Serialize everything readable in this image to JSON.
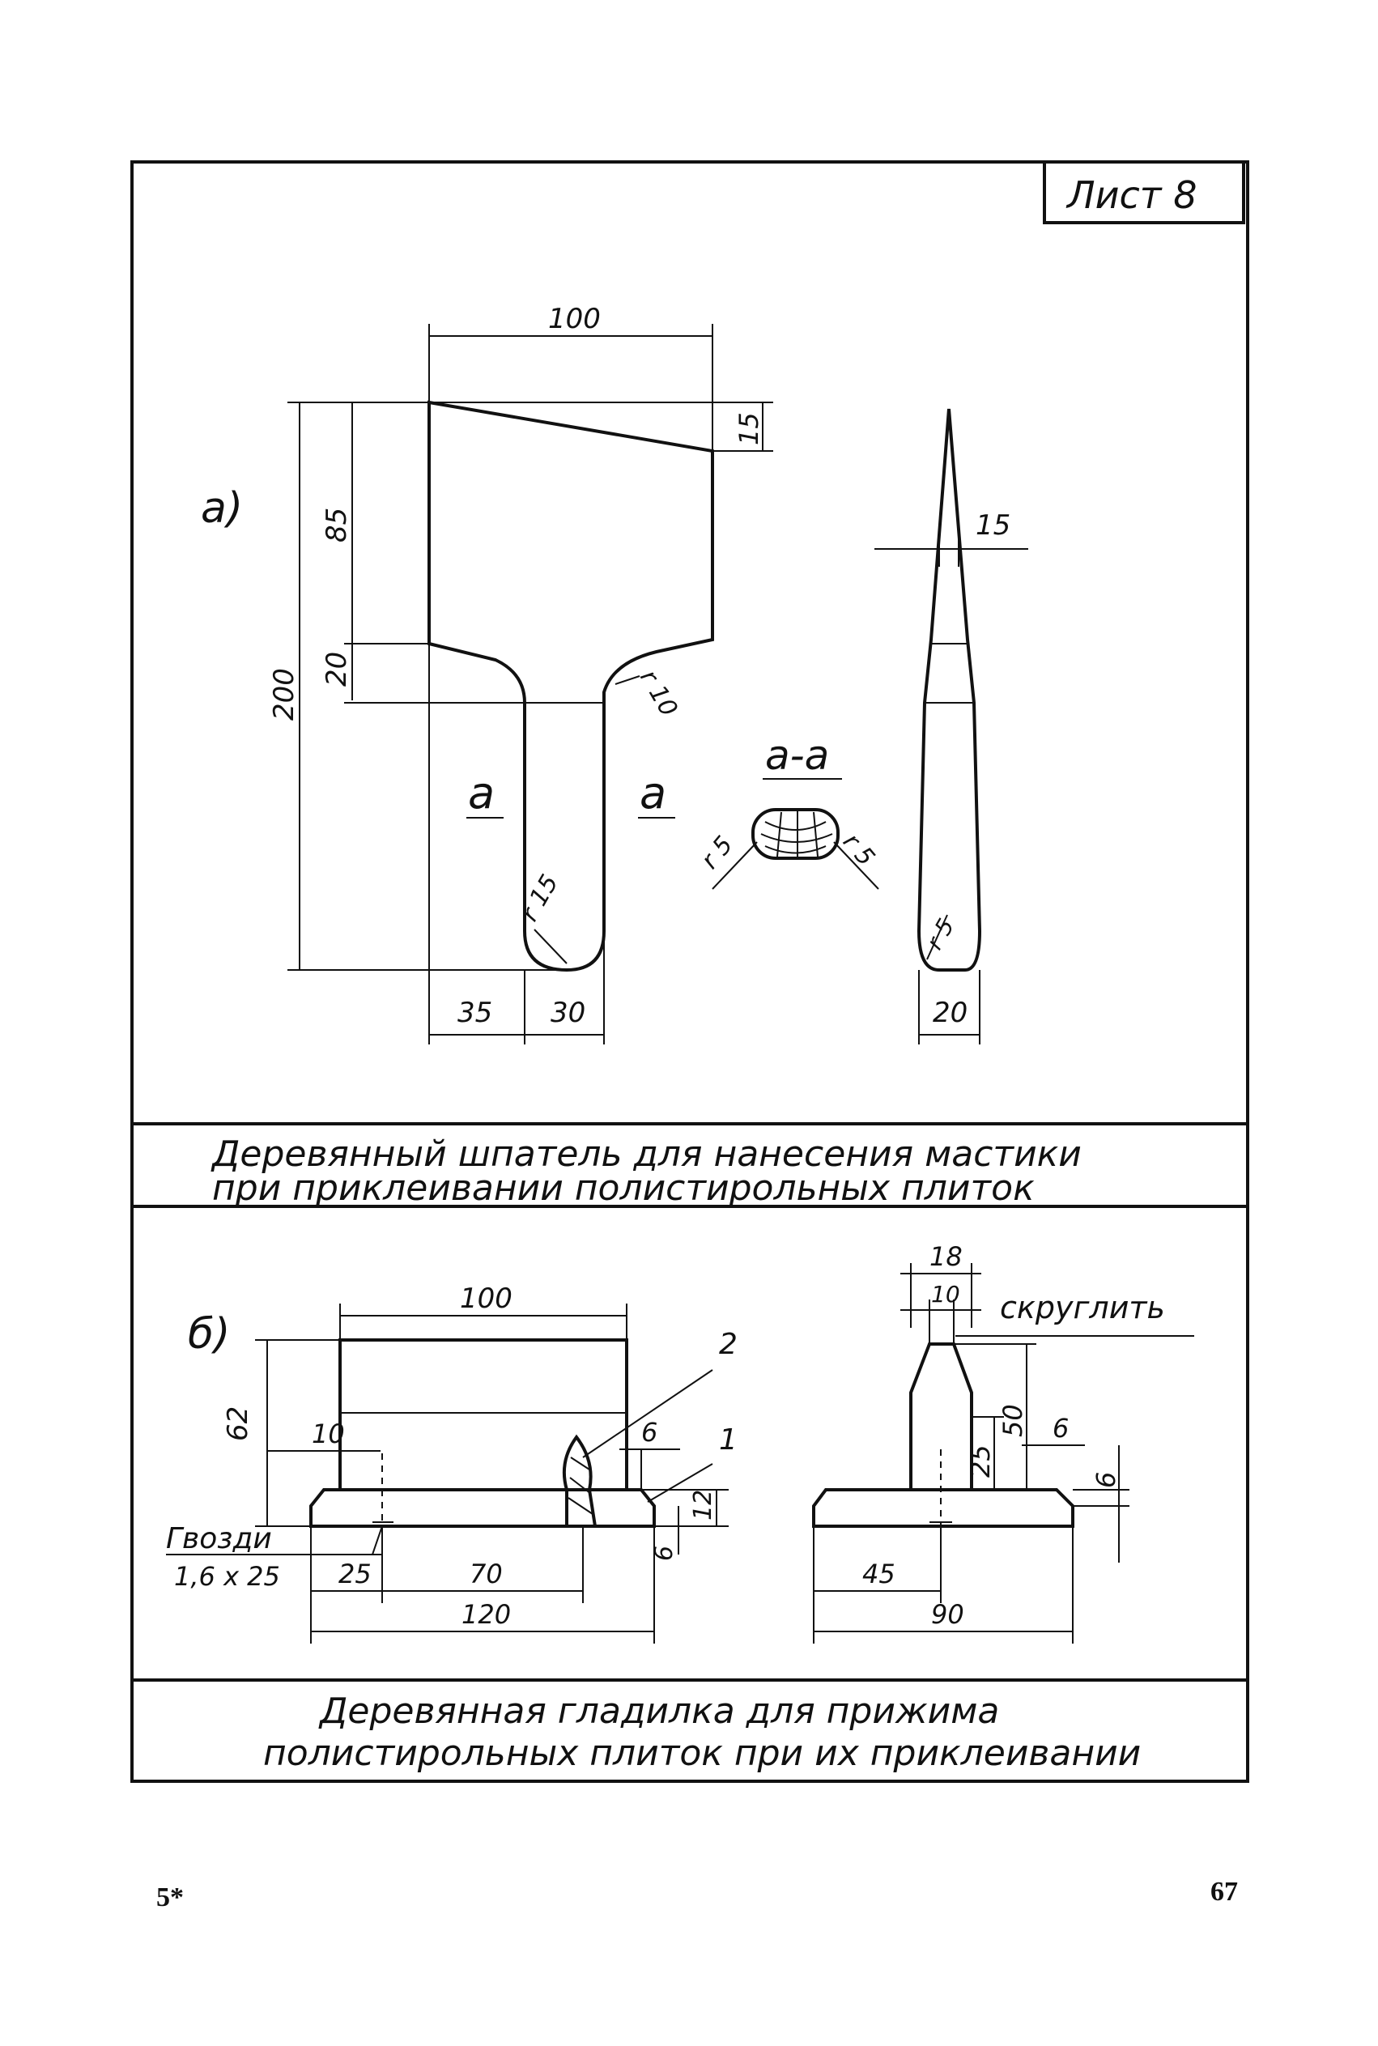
{
  "sheet": {
    "label": "Лист 8"
  },
  "figure_a": {
    "marker": "a)",
    "section_mark": "a",
    "section_title": "a-a",
    "dims": {
      "width_100": "100",
      "total_200": "200",
      "blade_85": "85",
      "neck_20": "20",
      "bevel_15": "15",
      "radius_10": "r 10",
      "radius_15": "r 15",
      "bottom_35": "35",
      "bottom_30": "30",
      "section_r5_left": "r 5",
      "section_r5_right": "r 5",
      "side_thickness_15": "15",
      "side_r5": "r 5",
      "side_width_20": "20"
    },
    "caption_line1": "Деревянный шпатель для нанесения мастики",
    "caption_line2": "при приклеивании полистирольных плиток"
  },
  "figure_b": {
    "marker": "б)",
    "dims": {
      "top_100": "100",
      "height_62": "62",
      "left_10": "10",
      "gap_6": "6",
      "base_12": "12",
      "base_6": "6",
      "d25": "25",
      "d70": "70",
      "d120": "120",
      "side_18": "18",
      "side_10": "10",
      "side_50": "50",
      "side_25": "25",
      "side_6a": "6",
      "side_6b": "6",
      "side_45": "45",
      "side_90": "90"
    },
    "labels": {
      "round_off": "скруглить",
      "nails": "Гвозди",
      "nails_size": "1,6 x 25",
      "part_1": "1",
      "part_2": "2"
    },
    "caption_line1": "Деревянная гладилка для прижима",
    "caption_line2": "полистирольных плиток при их приклеивании"
  },
  "page": {
    "left_mark": "5*",
    "number": "67"
  }
}
